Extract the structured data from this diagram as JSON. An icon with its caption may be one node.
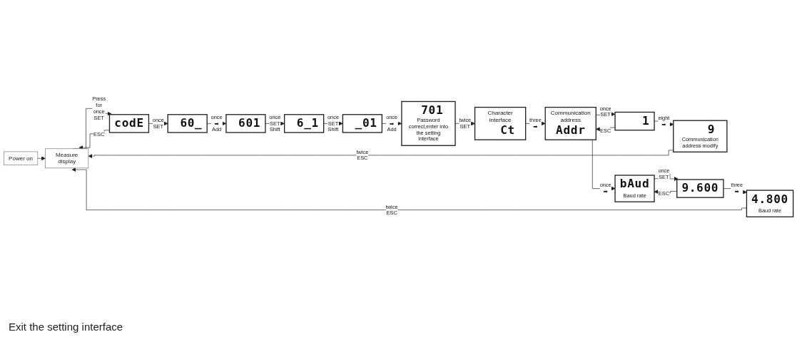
{
  "diagram": {
    "nodes": [
      {
        "text": [
          "Power on"
        ]
      },
      {
        "text": [
          "Measure display"
        ]
      },
      {
        "text": [
          "codE"
        ]
      },
      {
        "text": [
          "60_"
        ]
      },
      {
        "text": [
          "601"
        ]
      },
      {
        "text": [
          "6_1"
        ]
      },
      {
        "text": [
          "_01"
        ]
      },
      {
        "text": [
          "9",
          "Communication address modify"
        ]
      },
      {
        "text": [
          "1"
        ]
      },
      {
        "text": [
          "Communication address",
          "Addr"
        ]
      },
      {
        "text": [
          "Character interface",
          "Ct"
        ]
      },
      {
        "text": [
          "701",
          "Password correct,enter into the setting interface"
        ]
      },
      {
        "text": [
          "4.800",
          "Baud rate"
        ]
      },
      {
        "text": [
          "9.600"
        ]
      },
      {
        "text": [
          "bAud",
          "Baud rate"
        ]
      }
    ],
    "edges": [
      {
        "from": 0,
        "to": 1,
        "arrow": "to"
      },
      {
        "from": 1,
        "to": 2,
        "arrow": "to",
        "label": "Press for once SET"
      },
      {
        "from": 2,
        "to": 1,
        "arrow": "to",
        "label": "ESC"
      },
      {
        "from": 2,
        "to": 3,
        "arrow": "to",
        "label": "once SET"
      },
      {
        "from": 3,
        "to": 4,
        "arrow": "to",
        "label": "once ➡ Add"
      },
      {
        "from": 4,
        "to": 5,
        "arrow": "to",
        "label": "once SET Shift"
      },
      {
        "from": 5,
        "to": 6,
        "arrow": "to",
        "label": "once SET Shift"
      },
      {
        "from": 6,
        "to": 11,
        "arrow": "to",
        "label": "once ➡ Add"
      },
      {
        "from": 11,
        "to": 10,
        "arrow": "to",
        "label": "twice SET"
      },
      {
        "from": 10,
        "to": 9,
        "arrow": "to",
        "label": "three ➡"
      },
      {
        "from": 9,
        "to": 8,
        "arrow": "to",
        "label": "once SET"
      },
      {
        "from": 8,
        "to": 9,
        "arrow": "to",
        "label": "ESC"
      },
      {
        "from": 8,
        "to": 7,
        "arrow": "to",
        "label": "eight ➡"
      },
      {
        "from": 7,
        "to": 1,
        "arrow": "to",
        "label": "twice ESC"
      },
      {
        "from": 9,
        "to": 14,
        "arrow": "to",
        "label": "once ➡"
      },
      {
        "from": 14,
        "to": 13,
        "arrow": "to",
        "label": "once SET"
      },
      {
        "from": 13,
        "to": 14,
        "arrow": "to",
        "label": "ESC"
      },
      {
        "from": 13,
        "to": 12,
        "arrow": "to",
        "label": "three ➡"
      },
      {
        "from": 12,
        "to": 1,
        "arrow": "to",
        "label": "twice ESC"
      }
    ],
    "labels": [
      "Exit the setting interface"
    ]
  }
}
